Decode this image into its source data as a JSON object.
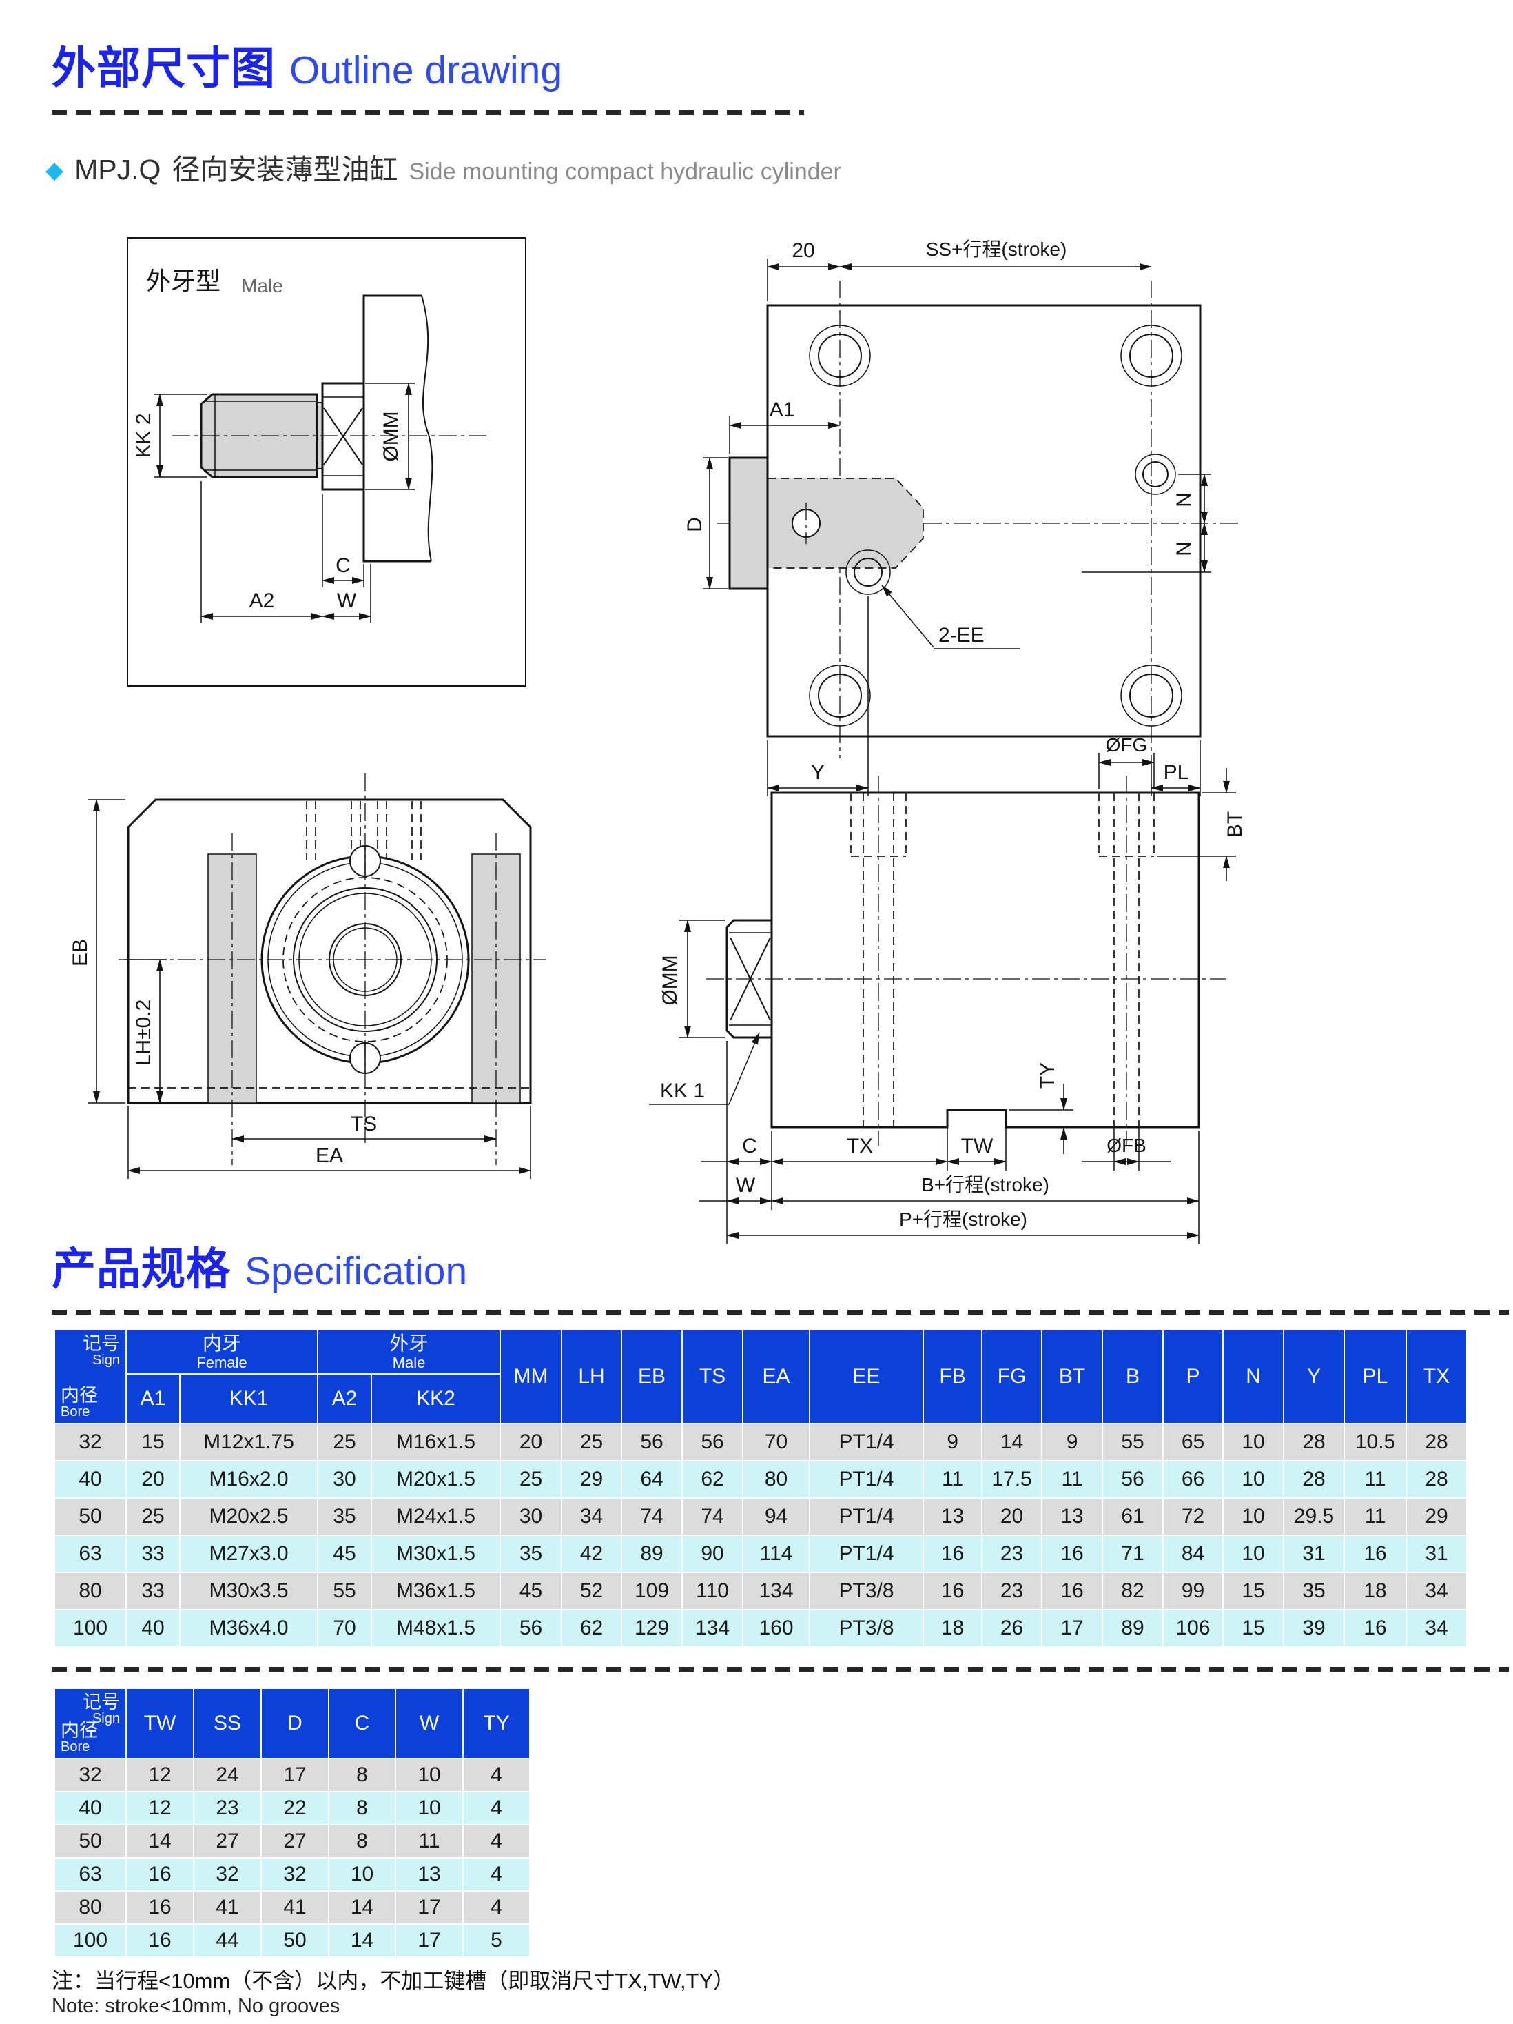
{
  "header": {
    "title_zh": "外部尺寸图",
    "title_en": "Outline drawing",
    "subtitle_bullet": "◆",
    "subtitle_model": "MPJ.Q",
    "subtitle_zh": "径向安装薄型油缸",
    "subtitle_en": "Side mounting compact hydraulic cylinder"
  },
  "spec": {
    "title_zh": "产品规格",
    "title_en": "Specification"
  },
  "colors": {
    "accent_blue": "#1b23ee",
    "accent_blue_en": "#2e49ec",
    "table_header_blue": "#0b41d8",
    "row_gray": "#dcdcdc",
    "row_cyan": "#cdf4f6",
    "diamond_cyan": "#1cb8ec",
    "drawing_gray": "#d5d5d5"
  },
  "drawings": {
    "male_detail": {
      "caption_zh": "外牙型",
      "caption_en": "Male",
      "labels": {
        "kk2": "KK 2",
        "mm": "ØMM",
        "c": "C",
        "a2": "A2",
        "w": "W"
      }
    },
    "top_view": {
      "labels": {
        "d20": "20",
        "ss": "SS+行程(stroke)",
        "a1": "A1",
        "d": "D",
        "n1": "N",
        "n2": "N",
        "ee": "2-EE",
        "y": "Y",
        "pl": "PL"
      }
    },
    "front_view": {
      "labels": {
        "eb": "EB",
        "lh": "LH±0.2",
        "ts": "TS",
        "ea": "EA"
      }
    },
    "side_view": {
      "labels": {
        "fg": "ØFG",
        "bt": "BT",
        "mm": "ØMM",
        "kk1": "KK 1",
        "c": "C",
        "tx": "TX",
        "tw": "TW",
        "ty": "TY",
        "fb": "ØFB",
        "w": "W",
        "b": "B+行程(stroke)",
        "p": "P+行程(stroke)"
      }
    }
  },
  "table1": {
    "corner": {
      "sign_zh": "记号",
      "sign_en": "Sign",
      "bore_zh": "内径",
      "bore_en": "Bore"
    },
    "groups": {
      "female_zh": "内牙",
      "female_en": "Female",
      "male_zh": "外牙",
      "male_en": "Male"
    },
    "sub_cols": [
      "A1",
      "KK1",
      "A2",
      "KK2"
    ],
    "cols": [
      "MM",
      "LH",
      "EB",
      "TS",
      "EA",
      "EE",
      "FB",
      "FG",
      "BT",
      "B",
      "P",
      "N",
      "Y",
      "PL",
      "TX"
    ],
    "rows": [
      [
        "32",
        "15",
        "M12x1.75",
        "25",
        "M16x1.5",
        "20",
        "25",
        "56",
        "56",
        "70",
        "PT1/4",
        "9",
        "14",
        "9",
        "55",
        "65",
        "10",
        "28",
        "10.5",
        "28"
      ],
      [
        "40",
        "20",
        "M16x2.0",
        "30",
        "M20x1.5",
        "25",
        "29",
        "64",
        "62",
        "80",
        "PT1/4",
        "11",
        "17.5",
        "11",
        "56",
        "66",
        "10",
        "28",
        "11",
        "28"
      ],
      [
        "50",
        "25",
        "M20x2.5",
        "35",
        "M24x1.5",
        "30",
        "34",
        "74",
        "74",
        "94",
        "PT1/4",
        "13",
        "20",
        "13",
        "61",
        "72",
        "10",
        "29.5",
        "11",
        "29"
      ],
      [
        "63",
        "33",
        "M27x3.0",
        "45",
        "M30x1.5",
        "35",
        "42",
        "89",
        "90",
        "114",
        "PT1/4",
        "16",
        "23",
        "16",
        "71",
        "84",
        "10",
        "31",
        "16",
        "31"
      ],
      [
        "80",
        "33",
        "M30x3.5",
        "55",
        "M36x1.5",
        "45",
        "52",
        "109",
        "110",
        "134",
        "PT3/8",
        "16",
        "23",
        "16",
        "82",
        "99",
        "15",
        "35",
        "18",
        "34"
      ],
      [
        "100",
        "40",
        "M36x4.0",
        "70",
        "M48x1.5",
        "56",
        "62",
        "129",
        "134",
        "160",
        "PT3/8",
        "18",
        "26",
        "17",
        "89",
        "106",
        "15",
        "39",
        "16",
        "34"
      ]
    ]
  },
  "table2": {
    "corner": {
      "sign_zh": "记号",
      "sign_en": "Sign",
      "bore_zh": "内径",
      "bore_en": "Bore"
    },
    "cols": [
      "TW",
      "SS",
      "D",
      "C",
      "W",
      "TY"
    ],
    "rows": [
      [
        "32",
        "12",
        "24",
        "17",
        "8",
        "10",
        "4"
      ],
      [
        "40",
        "12",
        "23",
        "22",
        "8",
        "10",
        "4"
      ],
      [
        "50",
        "14",
        "27",
        "27",
        "8",
        "11",
        "4"
      ],
      [
        "63",
        "16",
        "32",
        "32",
        "10",
        "13",
        "4"
      ],
      [
        "80",
        "16",
        "41",
        "41",
        "14",
        "17",
        "4"
      ],
      [
        "100",
        "16",
        "44",
        "50",
        "14",
        "17",
        "5"
      ]
    ]
  },
  "note": {
    "zh": "注：当行程<10mm（不含）以内，不加工键槽（即取消尺寸TX,TW,TY）",
    "en": "Note: stroke<10mm, No grooves"
  }
}
